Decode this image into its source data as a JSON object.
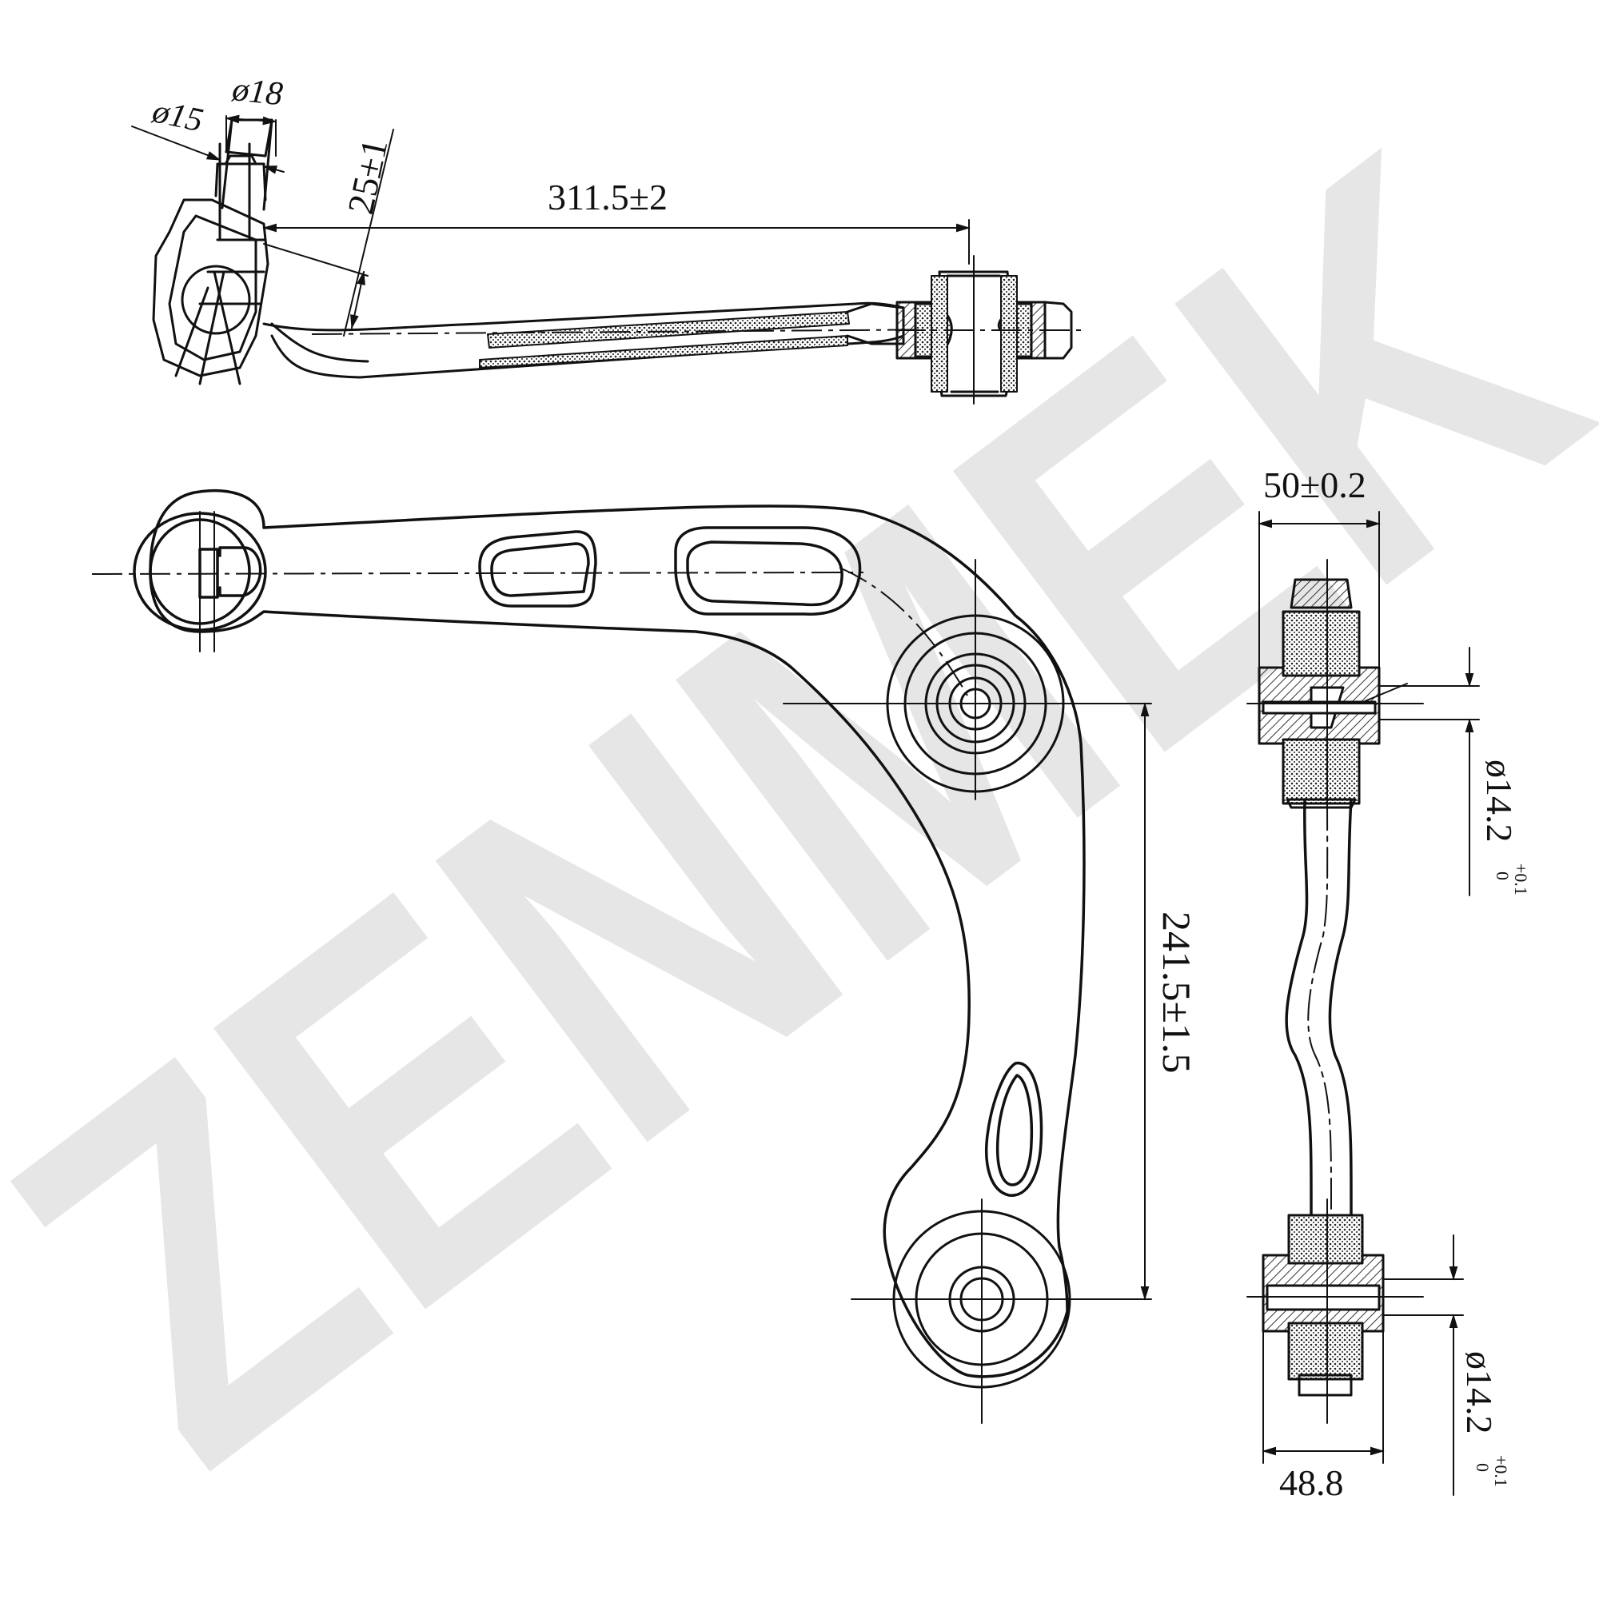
{
  "watermark": {
    "text": "ZENMEK",
    "color": "#e6e6e6"
  },
  "dimensions": {
    "ball_stud_outer": "ø18",
    "ball_stud_inner": "ø15",
    "stud_offset": "25±1",
    "length": "311.5±2",
    "rear_bushing_width": "50±0.2",
    "front_bushing_width": "48.8",
    "pivot_spacing": "241.5±1.5",
    "bushing_bore_upper": {
      "base": "ø14.2",
      "upper_tol": "+0.1",
      "lower_tol": "0"
    },
    "bushing_bore_lower": {
      "base": "ø14.2",
      "upper_tol": "+0.1",
      "lower_tol": "0"
    }
  },
  "colors": {
    "line": "#111111",
    "hatch": "#333333"
  }
}
